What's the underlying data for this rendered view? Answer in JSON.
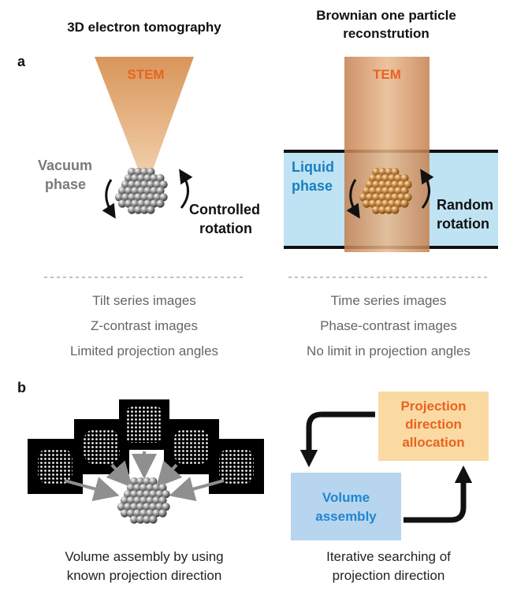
{
  "headers": {
    "left": "3D electron tomography",
    "right_line1": "Brownian one particle",
    "right_line2": "reconstrution"
  },
  "panels": {
    "a": "a",
    "b": "b"
  },
  "panel_a": {
    "left": {
      "beam_label": "STEM",
      "phase_line1": "Vacuum",
      "phase_line2": "phase",
      "rotation_line1": "Controlled",
      "rotation_line2": "rotation"
    },
    "right": {
      "beam_label": "TEM",
      "phase_line1": "Liquid",
      "phase_line2": "phase",
      "rotation_line1": "Random",
      "rotation_line2": "rotation"
    }
  },
  "properties": {
    "left": [
      "Tilt series images",
      "Z-contrast images",
      "Limited projection angles"
    ],
    "right": [
      "Time series images",
      "Phase-contrast images",
      "No limit in projection angles"
    ]
  },
  "panel_b": {
    "left_caption_line1": "Volume assembly by using",
    "left_caption_line2": "known projection direction",
    "right": {
      "box1_line1": "Projection",
      "box1_line2": "direction",
      "box1_line3": "allocation",
      "box2_line1": "Volume",
      "box2_line2": "assembly",
      "caption_line1": "Iterative searching of",
      "caption_line2": "projection direction"
    }
  },
  "colors": {
    "stem_label": "#e8641e",
    "tem_label": "#e8641e",
    "liquid_fill": "#bfe3f3",
    "liquid_label": "#1a7fc1",
    "allocation_box": "#fbd9a3",
    "allocation_text": "#e8641e",
    "assembly_box": "#b7d5ee",
    "assembly_text": "#1f86d0",
    "grey_label": "#7a7a7a"
  }
}
